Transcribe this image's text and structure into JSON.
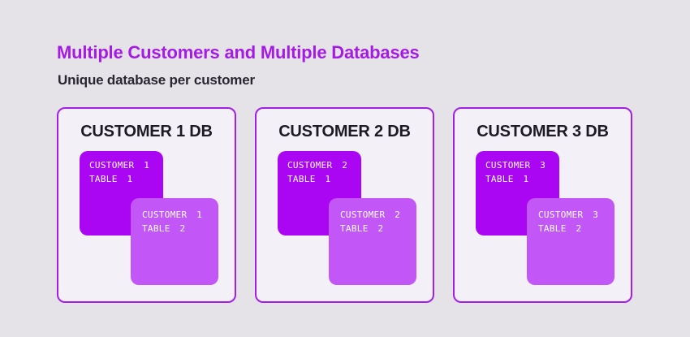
{
  "page": {
    "title": "Multiple Customers and Multiple Databases",
    "subtitle": "Unique database per customer"
  },
  "colors": {
    "page_bg": "#E5E3E8",
    "title": "#A41BE3",
    "subtitle_text": "#2A2630",
    "box_bg": "#F3F0F7",
    "box_border": "#A21FE8",
    "heading_text": "#1E1A23",
    "table1_bg": "#AA06F4",
    "table2_bg": "#C356F7",
    "table_label_text": "#FFFFFF"
  },
  "databases": [
    {
      "heading": "CUSTOMER 1 DB",
      "table1": {
        "line1": "CUSTOMER 1",
        "line2": "TABLE 1"
      },
      "table2": {
        "line1": "CUSTOMER 1",
        "line2": "TABLE 2"
      }
    },
    {
      "heading": "CUSTOMER 2 DB",
      "table1": {
        "line1": "CUSTOMER 2",
        "line2": "TABLE 1"
      },
      "table2": {
        "line1": "CUSTOMER 2",
        "line2": "TABLE 2"
      }
    },
    {
      "heading": "CUSTOMER 3 DB",
      "table1": {
        "line1": "CUSTOMER 3",
        "line2": "TABLE 1"
      },
      "table2": {
        "line1": "CUSTOMER 3",
        "line2": "TABLE 2"
      }
    }
  ]
}
